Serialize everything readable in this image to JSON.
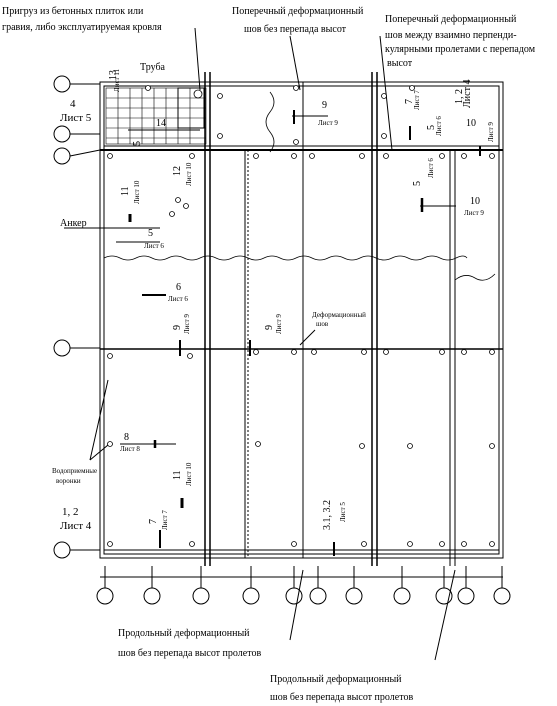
{
  "notes": {
    "ballast": "Пригруз из бетонных плиток или гравия, либо эксплуатируемая кровля",
    "ballast_line1": "Пригруз из бетонных плиток или",
    "ballast_line2": "гравия, либо эксплуатируемая кровля",
    "pipe": "Труба",
    "transverse_joint_line1": "Поперечный деформационный",
    "transverse_joint_line2": "шов без перепада высот",
    "transverse_perp_line1": "Поперечный деформационный",
    "transverse_perp_line2": "шов между взаимно перпенди-",
    "transverse_perp_line3": "кулярными пролетами с перепадом",
    "transverse_perp_line4": "высот",
    "anchor": "Анкер",
    "deform_joint_line1": "Деформационный",
    "deform_joint_line2": "шов",
    "drains_line1": "Водоприемные",
    "drains_line2": "воронки",
    "long_joint_a_line1": "Продольный деформационный",
    "long_joint_a_line2": "шов без перепада высот пролетов",
    "long_joint_b_line1": "Продольный деформационный",
    "long_joint_b_line2": "шов без перепада высот пролетов"
  },
  "callouts": {
    "c13": "13",
    "c13s": "Лист 11",
    "c4": "4",
    "c4s": "Лист 5",
    "c5a": "5",
    "c14": "14",
    "c9a": "9",
    "c9as": "Лист 9",
    "c7a": "7",
    "c7as": "Лист 7",
    "c12a": "1, 2",
    "c12as": "Лист 4",
    "c5b": "5",
    "c5bs": "Лист 6",
    "c10a": "10",
    "c10as": "Лист 9",
    "c11a": "11",
    "c11as": "Лист 10",
    "c12": "12",
    "c12s": "Лист 10",
    "c5c": "5",
    "c5cs": "Лист 6",
    "c10b": "10",
    "c10bs": "Лист 9",
    "c5d": "5",
    "c5ds": "Лист 6",
    "c6": "6",
    "c6s": "Лист 6",
    "c9b": "9",
    "c9bs": "Лист 9",
    "c9c": "9",
    "c9cs": "Лист 9",
    "c8": "8",
    "c8s": "Лист 8",
    "c11b": "11",
    "c11bs": "Лист 10",
    "c12b": "1, 2",
    "c12bs": "Лист 4",
    "c7b": "7",
    "c7bs": "Лист 7",
    "c31": "3.1, 3.2",
    "c31s": "Лист 5"
  }
}
